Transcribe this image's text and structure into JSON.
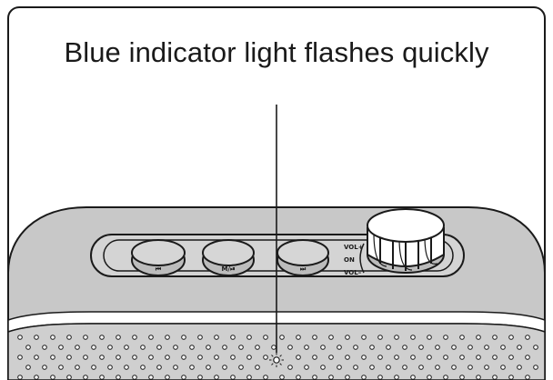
{
  "caption": "Blue indicator light flashes quickly",
  "buttons": [
    {
      "name": "prev-button",
      "label": "⏮"
    },
    {
      "name": "mode-button",
      "label": "M/⏯"
    },
    {
      "name": "next-button",
      "label": "⏭"
    }
  ],
  "knob_labels": {
    "vol_up": "VOL+",
    "on": "ON",
    "vol_down": "VOL–"
  },
  "icons": {
    "indicator": "indicator-light-icon"
  },
  "colors": {
    "body": "#c8c8c8",
    "panel": "#d2d2d2",
    "outline": "#1a1a1a",
    "background": "#ffffff"
  }
}
